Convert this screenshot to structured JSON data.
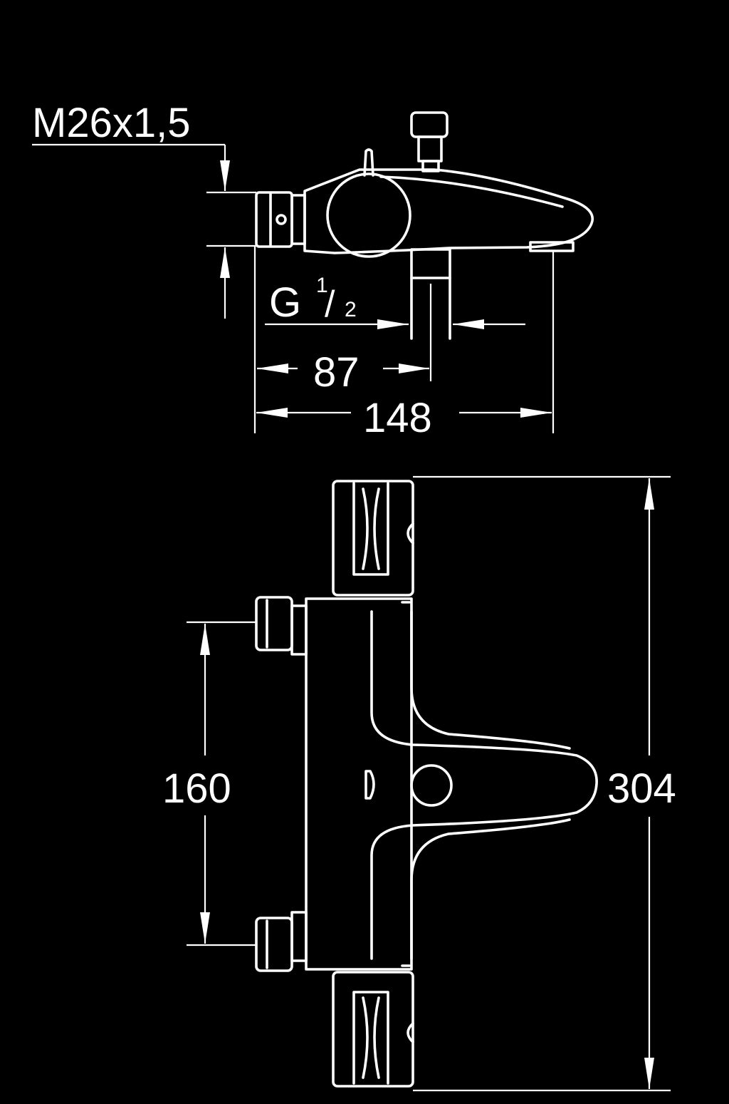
{
  "colors": {
    "background": "#000000",
    "line": "#ffffff"
  },
  "side_view": {
    "thread_label": "M26x1,5",
    "connection_label_main": "G",
    "connection_label_num": "1",
    "connection_label_sep": "/",
    "connection_label_den": "2",
    "dim_inlet_to_outlet": "87",
    "dim_total_depth": "148"
  },
  "front_view": {
    "dim_connection_spacing": "160",
    "dim_total_height": "304"
  }
}
